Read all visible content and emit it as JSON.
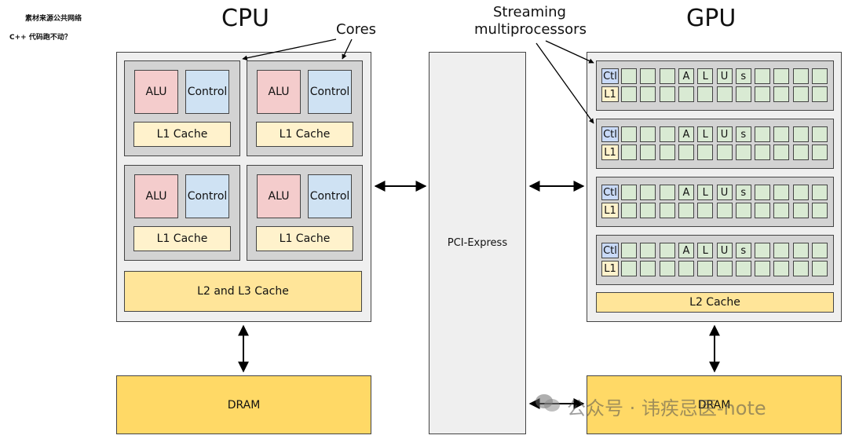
{
  "notes": {
    "line1": "素材来源公共网络",
    "line2": "C++ 代码跑不动？"
  },
  "cpu": {
    "title": "CPU",
    "cores_label": "Cores",
    "core_blocks": [
      {
        "alu": "ALU",
        "control": "Control",
        "cache": "L1 Cache"
      },
      {
        "alu": "ALU",
        "control": "Control",
        "cache": "L1 Cache"
      },
      {
        "alu": "ALU",
        "control": "Control",
        "cache": "L1 Cache"
      },
      {
        "alu": "ALU",
        "control": "Control",
        "cache": "L1 Cache"
      }
    ],
    "shared_cache": "L2 and L3 Cache",
    "dram": "DRAM"
  },
  "bus": {
    "label": "PCI-Express"
  },
  "gpu": {
    "title": "GPU",
    "sm_label_line1": "Streaming",
    "sm_label_line2": "multiprocessors",
    "sm_ctl": "Ctl",
    "sm_l1": "L1",
    "alu_letters": [
      "A",
      "L",
      "U",
      "s"
    ],
    "l2_cache": "L2 Cache",
    "dram": "DRAM"
  },
  "watermark": "公众号 · 讳疾忌医-note",
  "colors": {
    "alu": "#f4cccc",
    "control": "#cfe2f3",
    "l1": "#fff2cc",
    "cache": "#ffe599",
    "dram": "#ffd966",
    "alu_cell": "#d9ead3",
    "ctl_cell": "#c9daf8"
  }
}
